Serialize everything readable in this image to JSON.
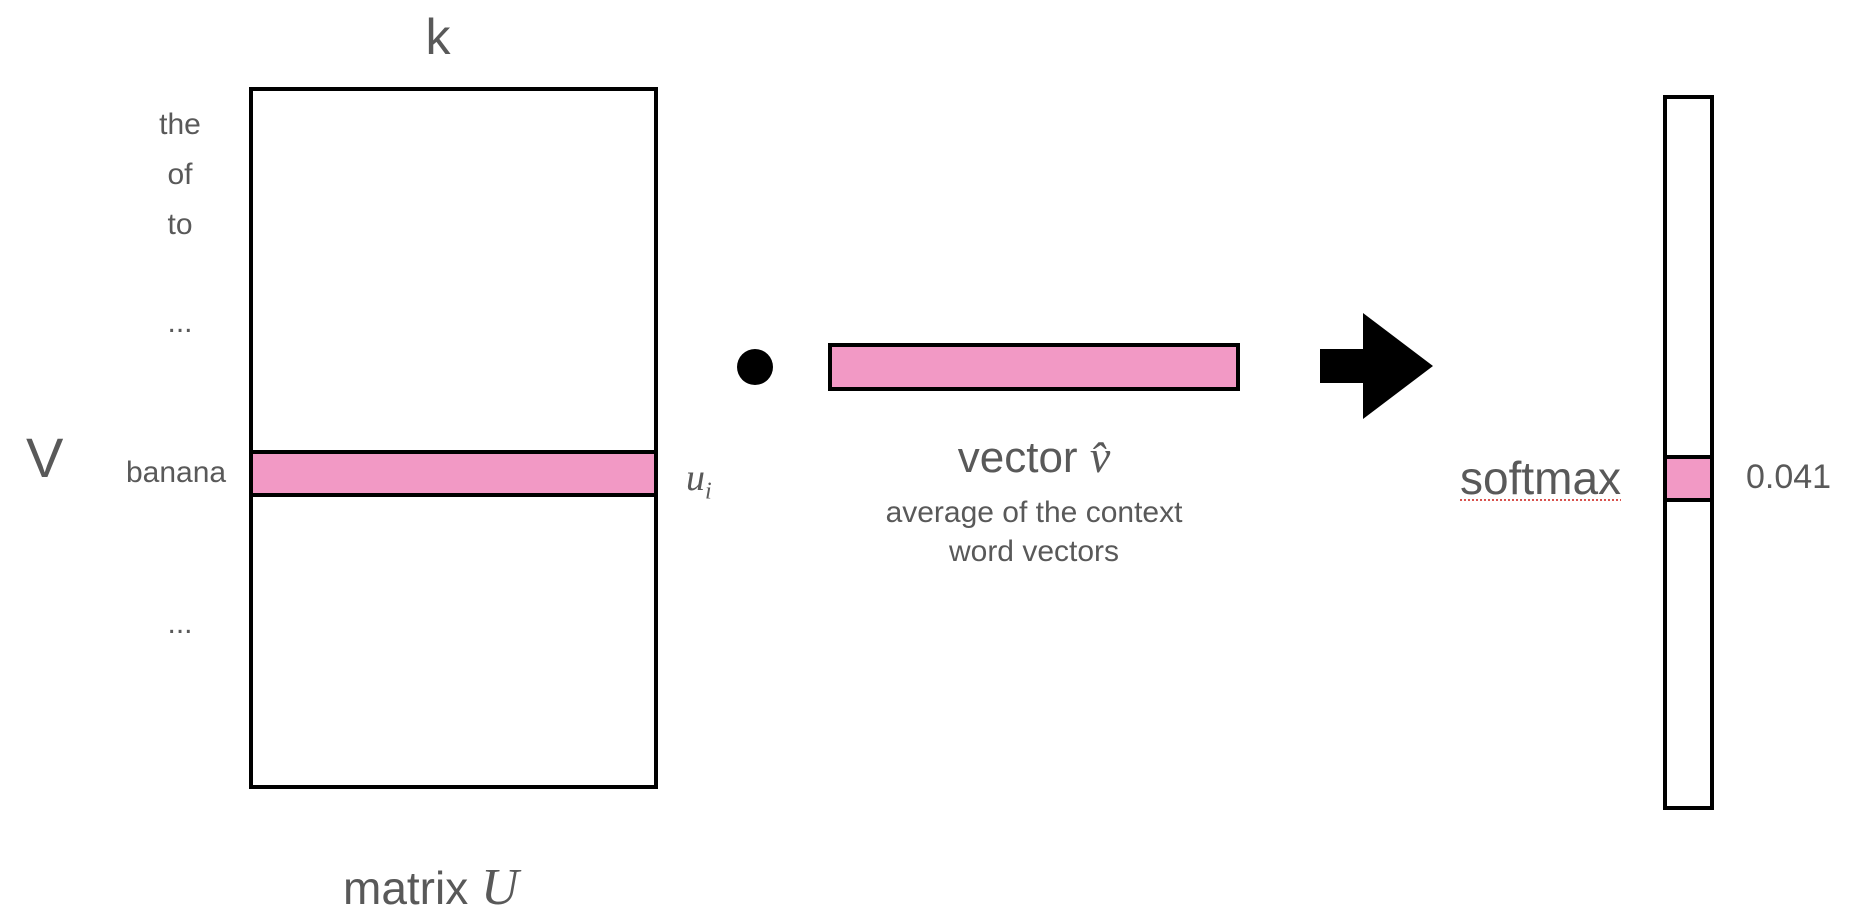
{
  "matrix": {
    "col_dim_label": "k",
    "row_dim_label": "V",
    "row_labels": [
      "the",
      "of",
      "to",
      "...",
      "banana",
      "..."
    ],
    "row_vector_label": {
      "base": "u",
      "sub": "i"
    },
    "caption_text": "matrix",
    "caption_symbol": "U"
  },
  "operator_icon": "dot-product",
  "vector": {
    "caption_text": "vector",
    "caption_symbol": "v̂",
    "description_line1": "average of the context",
    "description_line2": "word vectors"
  },
  "arrow_icon": "right-arrow",
  "softmax": {
    "label": "softmax",
    "value": "0.041"
  },
  "colors": {
    "highlight": "#f299c5",
    "border": "#000000",
    "text": "#595959"
  }
}
